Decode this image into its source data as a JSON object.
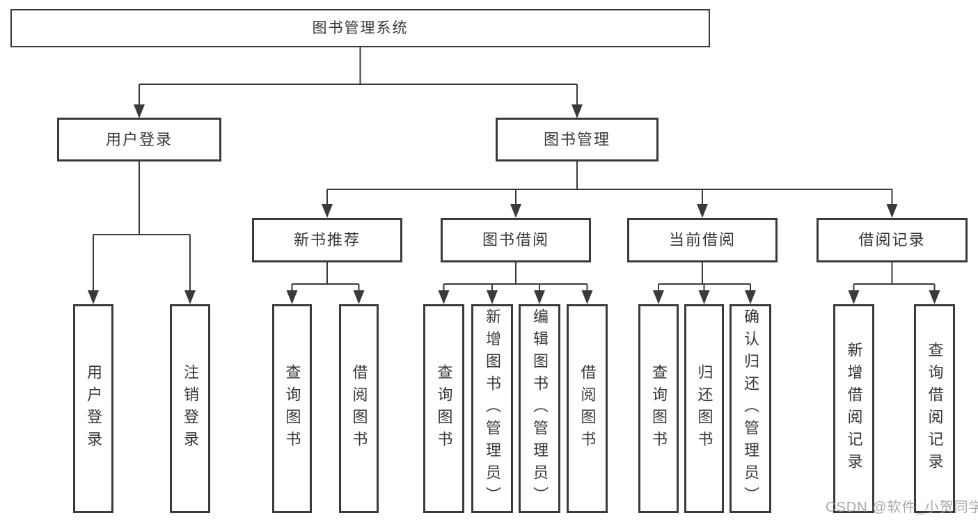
{
  "watermark": {
    "text": "CSDN @软件_小贺同学"
  },
  "colors": {
    "line": "#3a3a3a",
    "box_border": "#3a3a3a",
    "text": "#363636",
    "background": "#ffffff",
    "watermark": "#a0a0a0"
  },
  "tree": {
    "label": "图书管理系统",
    "children": [
      {
        "label": "用户登录",
        "children": [
          {
            "label": "用户登录"
          },
          {
            "label": "注销登录"
          }
        ]
      },
      {
        "label": "图书管理",
        "children": [
          {
            "label": "新书推荐",
            "children": [
              {
                "label": "查询图书"
              },
              {
                "label": "借阅图书"
              }
            ]
          },
          {
            "label": "图书借阅",
            "children": [
              {
                "label": "查询图书"
              },
              {
                "label": "新增图书（管理员）"
              },
              {
                "label": "编辑图书（管理员）"
              },
              {
                "label": "借阅图书"
              }
            ]
          },
          {
            "label": "当前借阅",
            "children": [
              {
                "label": "查询图书"
              },
              {
                "label": "归还图书"
              },
              {
                "label": "确认归还（管理员）"
              }
            ]
          },
          {
            "label": "借阅记录",
            "children": [
              {
                "label": "新增借阅记录"
              },
              {
                "label": "查询借阅记录"
              }
            ]
          }
        ]
      }
    ]
  }
}
